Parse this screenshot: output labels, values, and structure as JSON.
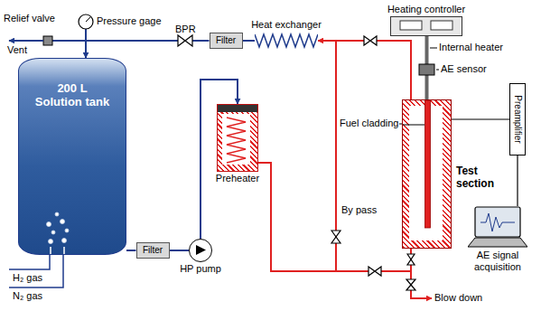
{
  "diagram": {
    "nodes": [
      {
        "text": [
          "200 L Solution tank"
        ]
      },
      {
        "text": [
          "Filter"
        ]
      },
      {
        "text": [
          "Heat exchanger"
        ]
      },
      {
        "text": [
          "Heating controller"
        ]
      },
      {
        "text": [
          "Test section"
        ]
      },
      {
        "text": [
          "Preamplifier"
        ]
      },
      {
        "text": [
          "Preheater"
        ]
      },
      {
        "text": [
          "Filter"
        ]
      },
      {
        "text": [
          "HP pump"
        ]
      },
      {
        "text": [
          "AE signal acquisition"
        ]
      }
    ],
    "edges": [
      {
        "from": 0,
        "to": 7,
        "arrow": "none"
      },
      {
        "from": 7,
        "to": 8,
        "arrow": "none"
      },
      {
        "from": 8,
        "to": 6,
        "arrow": "to"
      },
      {
        "from": 6,
        "to": 4,
        "arrow": "none"
      },
      {
        "from": 4,
        "to": 2,
        "arrow": "to"
      },
      {
        "from": 2,
        "to": 1,
        "arrow": "none"
      },
      {
        "from": 1,
        "to": 0,
        "arrow": "to"
      },
      {
        "from": 3,
        "to": 4,
        "arrow": "none"
      },
      {
        "from": 4,
        "to": 5,
        "arrow": "none"
      },
      {
        "from": 5,
        "to": 9,
        "arrow": "none"
      }
    ],
    "labels": [
      "Relief valve",
      "Pressure gage",
      "Vent",
      "BPR",
      "Internal heater",
      "AE sensor",
      "Fuel cladding",
      "By pass",
      "H₂ gas",
      "N₂ gas",
      "Blow down"
    ]
  }
}
